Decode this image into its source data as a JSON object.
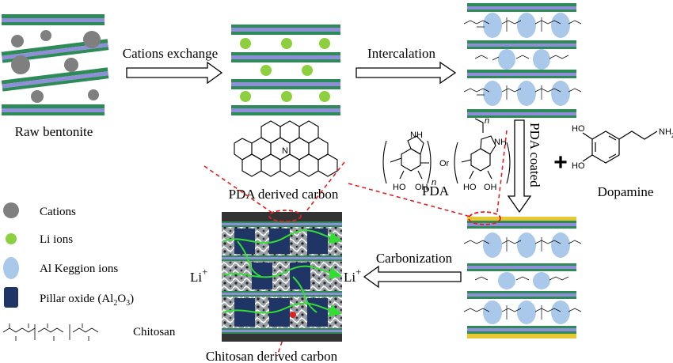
{
  "steps": {
    "raw": "Raw bentonite",
    "cations_exchange": "Cations exchange",
    "intercalation": "Intercalation",
    "pda_coated": "PDA coated",
    "carbonization": "Carbonization"
  },
  "materials": {
    "pda_carbon": "PDA derived carbon",
    "pda": "PDA",
    "dopamine": "Dopamine",
    "or": "Or",
    "chitosan_carbon": "Chitosan derived carbon",
    "nh": "NH",
    "nh2": "NH",
    "ho": "HO",
    "oh": "OH",
    "n_sub": "n",
    "plus": "+"
  },
  "legend": {
    "cations": "Cations",
    "li_ions": "Li ions",
    "al_keggion": "Al Keggion ions",
    "pillar_prefix": "Pillar oxide (Al",
    "pillar_sub1": "2",
    "pillar_mid": "O",
    "pillar_sub2": "3",
    "pillar_suffix": ")",
    "chitosan": "Chitosan"
  },
  "ions": {
    "li_left": "Li",
    "li_right": "Li",
    "sup": "+"
  },
  "colors": {
    "sheet_green": "#2e8b57",
    "sheet_purple": "#8e8fd8",
    "cation_gray": "#7f7f7f",
    "li_green": "#8ccf3f",
    "keggion_blue": "#a9c8ea",
    "pillar_navy": "#1f3566",
    "pda_yellow": "#e8c832",
    "dashed_red": "#e02020",
    "li_arrow": "#33dd33"
  }
}
